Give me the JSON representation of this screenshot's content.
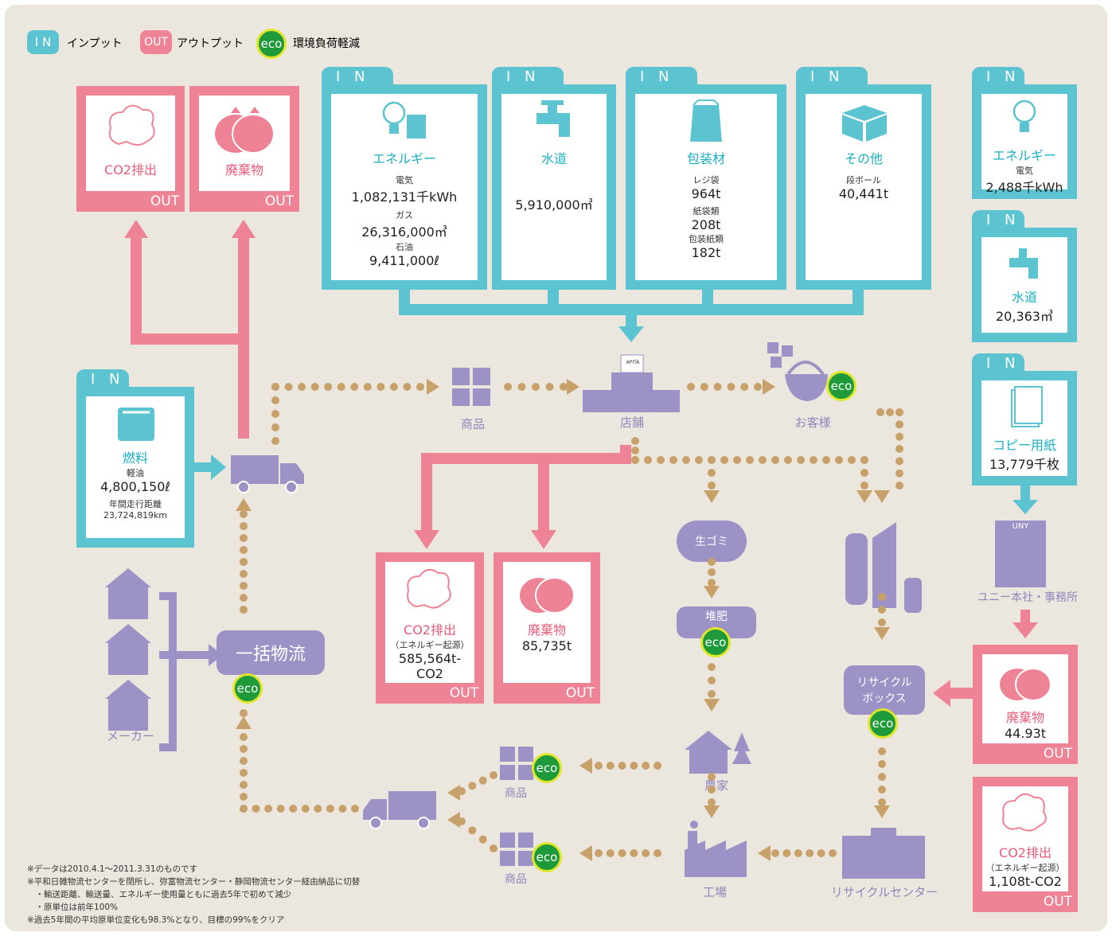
{
  "legend": {
    "in_badge": "I N",
    "in_label": "インプット",
    "out_badge": "OUT",
    "out_label": "アウトプット",
    "eco_badge": "eco",
    "eco_label": "環境負荷軽減"
  },
  "tabs": {
    "in": "I N",
    "out": "OUT"
  },
  "eco": "eco",
  "top_out": {
    "co2": "CO2排出",
    "waste": "廃棄物"
  },
  "inputs": {
    "energy": {
      "title": "エネルギー",
      "elec_label": "電気",
      "elec_val": "1,082,131千kWh",
      "gas_label": "ガス",
      "gas_val": "26,316,000㎥",
      "oil_label": "石油",
      "oil_val": "9,411,000ℓ"
    },
    "water": {
      "title": "水道",
      "val": "5,910,000㎥"
    },
    "packaging": {
      "title": "包装材",
      "bag_label": "レジ袋",
      "bag_val": "964t",
      "paper_label": "紙袋類",
      "paper_val": "208t",
      "wrap_label": "包装紙類",
      "wrap_val": "182t"
    },
    "other": {
      "title": "その他",
      "box_label": "段ボール",
      "box_val": "40,441t"
    }
  },
  "fuel": {
    "title": "燃料",
    "label": "軽油",
    "val": "4,800,150ℓ",
    "dist_label": "年間走行距離",
    "dist_val": "23,724,819km"
  },
  "nodes": {
    "product": "商品",
    "store": "店舗",
    "store_sign": "APITA",
    "customer": "お客様",
    "maker": "メーカー",
    "bulk": "一括物流",
    "food_waste": "生ゴミ",
    "compost": "堆肥",
    "farm": "農家",
    "factory": "工場",
    "recycle_center": "リサイクルセンター",
    "recycle_box": "リサイクル\nボックス",
    "hq": "ユニー本社・事務所",
    "hq_sign": "UNY",
    "product2": "商品",
    "product3": "商品"
  },
  "store_out": {
    "co2_title": "CO2排出",
    "co2_sub": "（エネルギー起源）",
    "co2_val": "585,564t-CO2",
    "waste_title": "廃棄物",
    "waste_val": "85,735t"
  },
  "right": {
    "energy": {
      "title": "エネルギー",
      "label": "電気",
      "val": "2,488千kWh"
    },
    "water": {
      "title": "水道",
      "val": "20,363㎥"
    },
    "copy": {
      "title": "コピー用紙",
      "val": "13,779千枚"
    },
    "waste": {
      "title": "廃棄物",
      "val": "44.93t"
    },
    "co2": {
      "title": "CO2排出",
      "sub": "（エネルギー起源）",
      "val": "1,108t-CO2"
    }
  },
  "notes": [
    "※データは2010.4.1～2011.3.31のものです",
    "※平和日雑物流センターを閉所し、弥富物流センター・静岡物流センター経由納品に切替",
    "　・輸送距離、輸送量、エネルギー使用量ともに過去5年で初めて減少",
    "　・原単位は前年100%",
    "※過去5年間の平均原単位変化も98.3%となり、目標の99%をクリア"
  ],
  "colors": {
    "in": "#5bc4d0",
    "out": "#ef8396",
    "flow": "#9c92c6",
    "dots": "#c8a06a",
    "eco": "#1f9a3b"
  }
}
